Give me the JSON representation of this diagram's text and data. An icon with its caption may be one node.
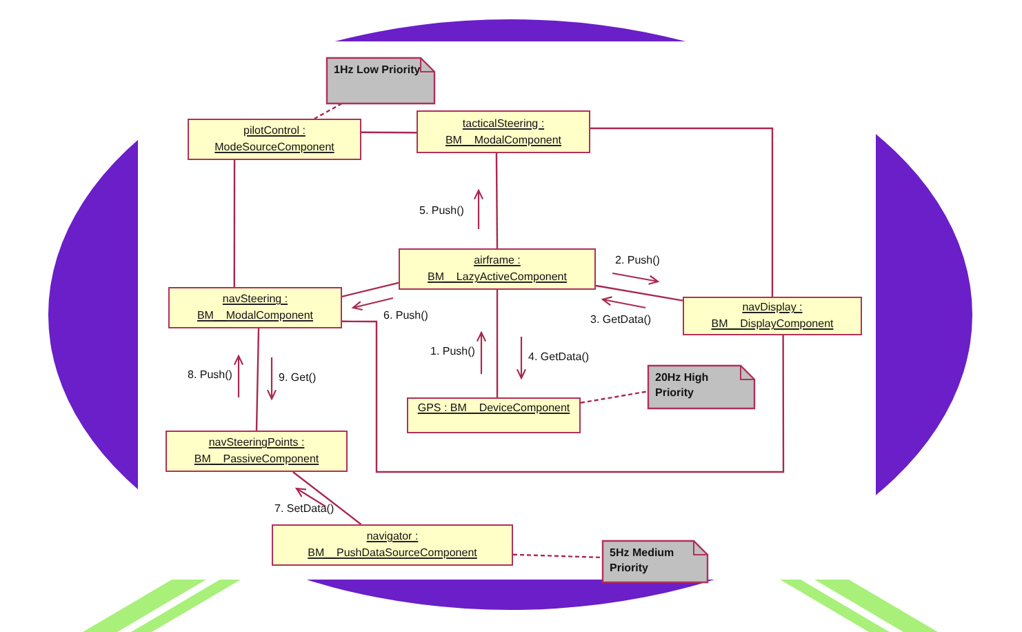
{
  "diagram": {
    "nodes": [
      {
        "text": [
          "1Hz Low Priority"
        ]
      },
      {
        "text": [
          "pilotControl :",
          "ModeSourceComponent"
        ]
      },
      {
        "text": [
          "tacticalSteering :",
          "BM__ModalComponent"
        ]
      },
      {
        "text": [
          "airframe :",
          "BM__LazyActiveComponent"
        ]
      },
      {
        "text": [
          "navSteering :",
          "BM__ModalComponent"
        ]
      },
      {
        "text": [
          "navDisplay :",
          "BM__DisplayComponent"
        ]
      },
      {
        "text": [
          "GPS : BM__DeviceComponent"
        ]
      },
      {
        "text": [
          "20Hz High Priority"
        ]
      },
      {
        "text": [
          "navSteeringPoints :",
          "BM__PassiveComponent"
        ]
      },
      {
        "text": [
          "navigator :",
          "BM__PushDataSourceComponent"
        ]
      },
      {
        "text": [
          "5Hz Medium Priority"
        ]
      }
    ],
    "edges": [
      {
        "from": 0,
        "to": 1,
        "arrow": "none",
        "style": "dashed"
      },
      {
        "from": 1,
        "to": 2,
        "arrow": "none"
      },
      {
        "from": 1,
        "to": 4,
        "arrow": "none"
      },
      {
        "from": 2,
        "to": 3,
        "arrow": "none"
      },
      {
        "from": 2,
        "to": 5,
        "arrow": "none"
      },
      {
        "from": 3,
        "to": 4,
        "arrow": "none"
      },
      {
        "from": 3,
        "to": 5,
        "arrow": "none"
      },
      {
        "from": 3,
        "to": 6,
        "arrow": "none"
      },
      {
        "from": 6,
        "to": 7,
        "arrow": "none",
        "style": "dashed"
      },
      {
        "from": 4,
        "to": 8,
        "arrow": "none"
      },
      {
        "from": 4,
        "to": 5,
        "arrow": "none"
      },
      {
        "from": 8,
        "to": 9,
        "arrow": "none"
      },
      {
        "from": 9,
        "to": 10,
        "arrow": "none",
        "style": "dashed"
      }
    ],
    "labels": [
      "5. Push()",
      "2. Push()",
      "3. GetData()",
      "6. Push()",
      "1. Push()",
      "4. GetData()",
      "8. Push()",
      "9. Get()",
      "7. SetData()"
    ]
  }
}
